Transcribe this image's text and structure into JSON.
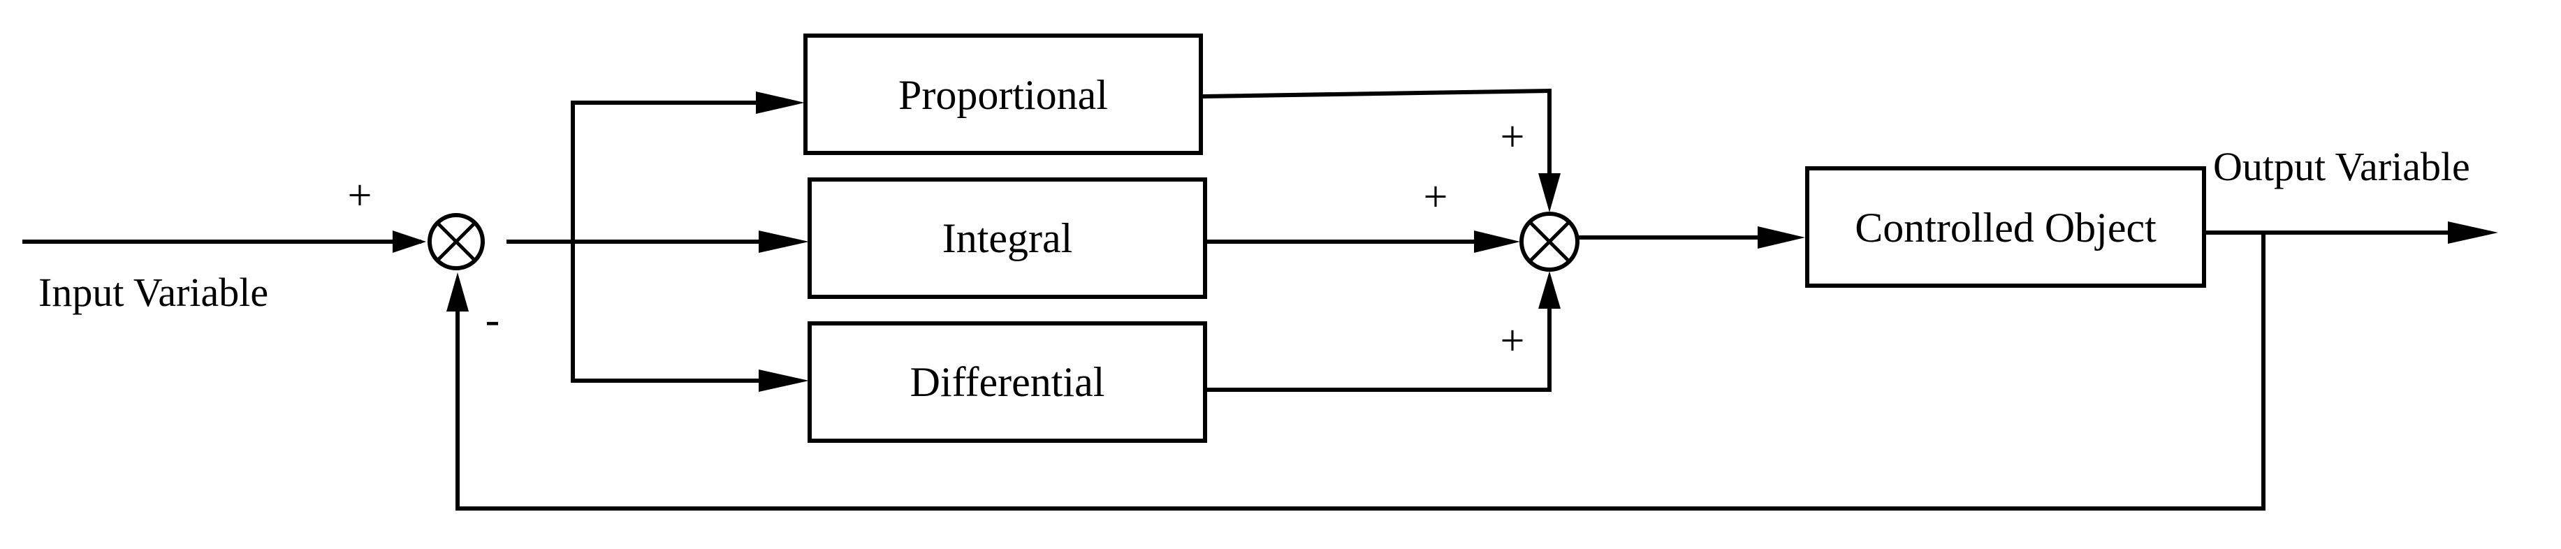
{
  "diagram": {
    "blocks": {
      "proportional": "Proportional",
      "integral": "Integral",
      "differential": "Differential",
      "controlled_object": "Controlled Object"
    },
    "labels": {
      "input": "Input Variable",
      "output": "Output Variable"
    },
    "signs": {
      "input_plus": "+",
      "feedback_minus": "-",
      "proportional_plus": "+",
      "integral_plus": "+",
      "differential_plus": "+"
    }
  }
}
